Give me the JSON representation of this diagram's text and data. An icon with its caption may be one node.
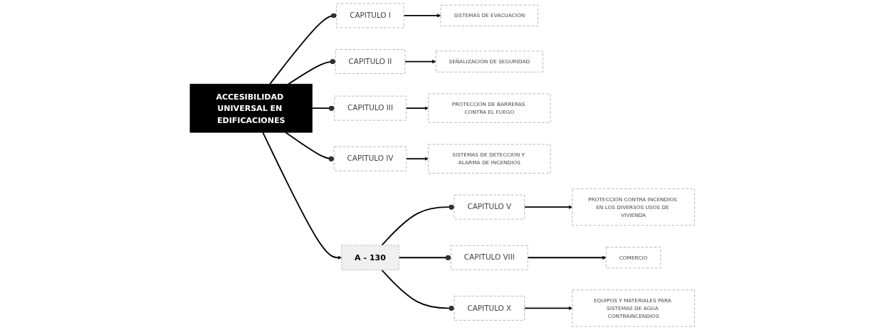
{
  "diagram": {
    "nodes": [
      {
        "text": [
          "ACCESIBILIDAD UNIVERSAL EN EDIFICACIONES"
        ]
      },
      {
        "text": [
          "CAPITULO I"
        ]
      },
      {
        "text": [
          "SISTEMAS DE EVACUACIÓN"
        ]
      },
      {
        "text": [
          "CAPITULO II"
        ]
      },
      {
        "text": [
          "SEÑALIZACIÓN DE SEGURIDAD"
        ]
      },
      {
        "text": [
          "CAPITULO III"
        ]
      },
      {
        "text": [
          "PROTECCIÓN DE BARRERAS CONTRA EL FUEGO"
        ]
      },
      {
        "text": [
          "CAPITULO IV"
        ]
      },
      {
        "text": [
          "SISTEMAS DE DETECCIÓN Y ALARMA DE INCENDIOS"
        ]
      },
      {
        "text": [
          "A - 130"
        ]
      },
      {
        "text": [
          "CAPITULO V"
        ]
      },
      {
        "text": [
          "PROTECCIÓN CONTRA INCENDIOS EN LOS DIVERSOS USOS DE VIVIENDA"
        ]
      },
      {
        "text": [
          "CAPITULO VIII"
        ]
      },
      {
        "text": [
          "COMERCIO"
        ]
      },
      {
        "text": [
          "CAPITULO X"
        ]
      },
      {
        "text": [
          "EQUIPOS Y MATERIALES PARA SISTEMAS DE AGUA CONTRAINCENDIOS"
        ]
      }
    ],
    "edges": [
      {
        "from": 0,
        "to": 9,
        "arrow": "to"
      },
      {
        "from": 0,
        "to": 1,
        "arrow": "other"
      },
      {
        "from": 1,
        "to": 2,
        "arrow": "to"
      },
      {
        "from": 0,
        "to": 3,
        "arrow": "other"
      },
      {
        "from": 3,
        "to": 4,
        "arrow": "to"
      },
      {
        "from": 0,
        "to": 5,
        "arrow": "other"
      },
      {
        "from": 5,
        "to": 6,
        "arrow": "to"
      },
      {
        "from": 0,
        "to": 7,
        "arrow": "other"
      },
      {
        "from": 7,
        "to": 8,
        "arrow": "to"
      },
      {
        "from": 9,
        "to": 10,
        "arrow": "other"
      },
      {
        "from": 10,
        "to": 11,
        "arrow": "to"
      },
      {
        "from": 9,
        "to": 12,
        "arrow": "other"
      },
      {
        "from": 12,
        "to": 13,
        "arrow": "to"
      },
      {
        "from": 9,
        "to": 14,
        "arrow": "other"
      },
      {
        "from": 14,
        "to": 15,
        "arrow": "to"
      }
    ]
  }
}
